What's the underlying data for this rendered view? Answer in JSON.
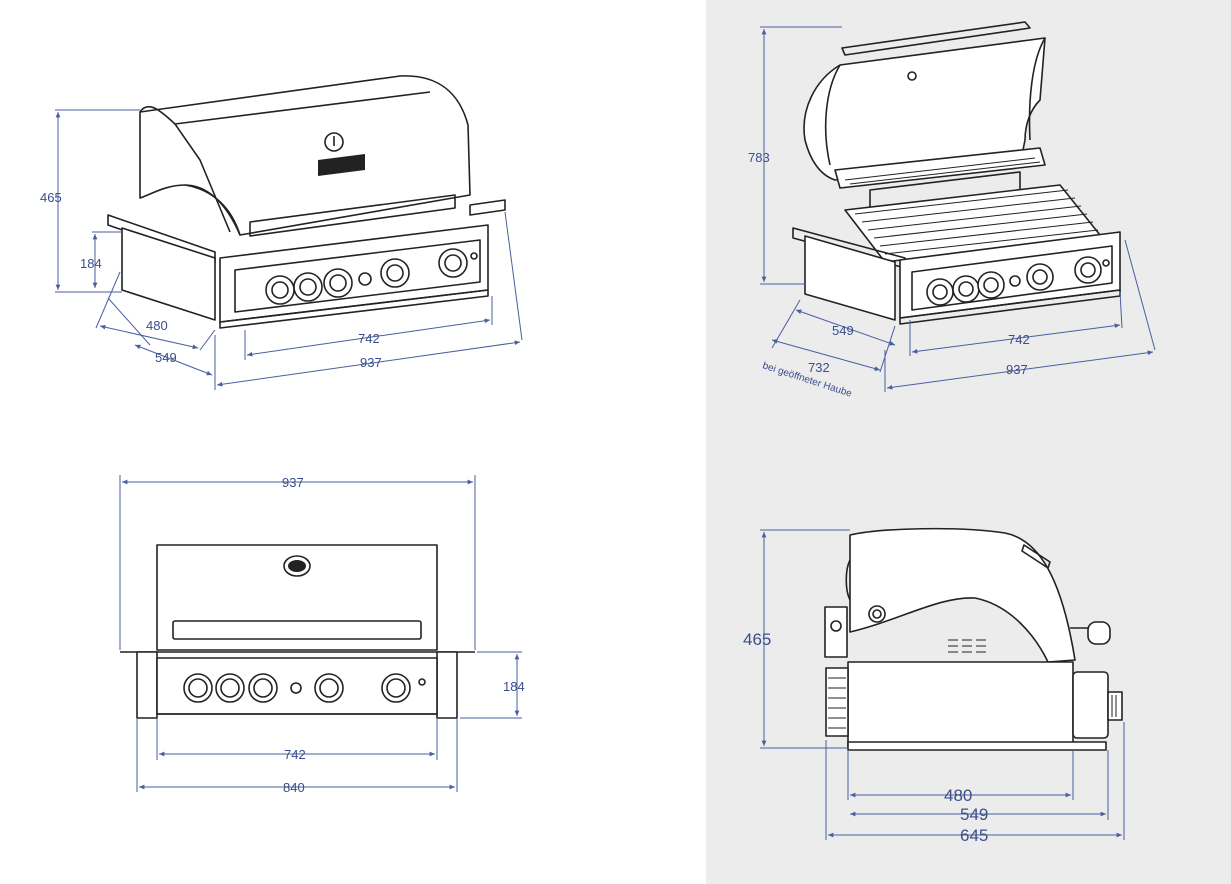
{
  "views": {
    "iso_closed": {
      "dims": {
        "height": "465",
        "console_height": "184",
        "depth_body": "480",
        "depth_total": "549",
        "width_inner": "742",
        "width_total": "937"
      }
    },
    "iso_open": {
      "dims": {
        "height_open": "783",
        "depth_total": "549",
        "depth_open": "732",
        "width_inner": "742",
        "width_total": "937"
      },
      "note": "bei geöffneter Haube"
    },
    "front": {
      "dims": {
        "width_total": "937",
        "console_height": "184",
        "width_inner": "742",
        "width_frame": "840"
      }
    },
    "side": {
      "dims": {
        "height": "465",
        "depth_body": "480",
        "depth_total": "549",
        "depth_overall": "645"
      }
    }
  },
  "colors": {
    "dimension": "#3a4f8c",
    "line": "#222222",
    "panel_right": "#ececec"
  }
}
